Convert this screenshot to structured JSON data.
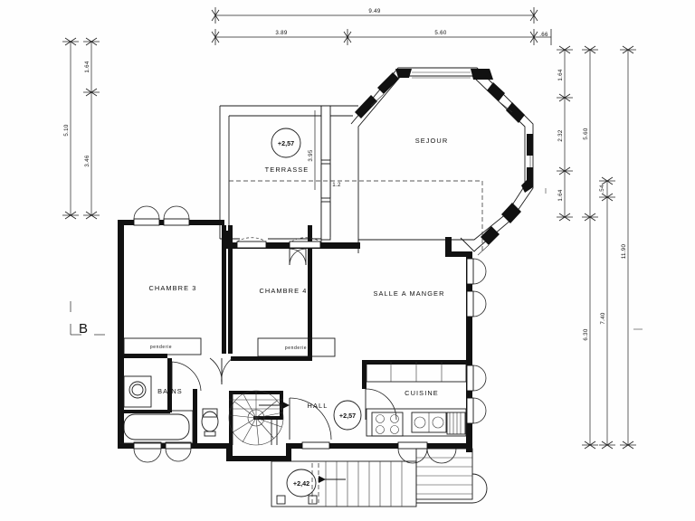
{
  "drawing": {
    "type": "architectural-floor-plan",
    "section_marker": "B",
    "rooms": [
      {
        "id": "sejour",
        "label": "SEJOUR"
      },
      {
        "id": "terrasse",
        "label": "TERRASSE"
      },
      {
        "id": "chambre3",
        "label": "CHAMBRE 3"
      },
      {
        "id": "chambre4",
        "label": "CHAMBRE 4"
      },
      {
        "id": "salle-a-manger",
        "label": "SALLE A MANGER"
      },
      {
        "id": "bains",
        "label": "BAINS"
      },
      {
        "id": "hall",
        "label": "HALL"
      },
      {
        "id": "cuisine",
        "label": "CUISINE"
      }
    ],
    "closet_labels": [
      {
        "id": "penderie-chambre3",
        "label": "penderie"
      },
      {
        "id": "penderie-chambre4",
        "label": "penderie"
      }
    ],
    "elevation_markers": [
      {
        "id": "terrasse-level",
        "value": "+2,57"
      },
      {
        "id": "hall-level",
        "value": "+2,57"
      },
      {
        "id": "entry-level",
        "value": "+2,42"
      }
    ],
    "dimensions": {
      "top": [
        {
          "id": "overall-width",
          "value": "9.49"
        },
        {
          "id": "left-segment",
          "value": "3.89"
        },
        {
          "id": "right-segment",
          "value": "5.60"
        },
        {
          "id": "edge-segment",
          "value": ".66"
        }
      ],
      "left": [
        {
          "id": "left-overall",
          "value": "5.10"
        },
        {
          "id": "left-upper",
          "value": "1.64"
        },
        {
          "id": "left-lower",
          "value": "3.46"
        }
      ],
      "right": [
        {
          "id": "right-a-upper",
          "value": "1.64"
        },
        {
          "id": "right-a-middle",
          "value": "2.32"
        },
        {
          "id": "right-a-lower",
          "value": "1.64"
        },
        {
          "id": "right-b-upper",
          "value": "5.60"
        },
        {
          "id": "right-b-lower",
          "value": "6.30"
        },
        {
          "id": "right-c-small",
          "value": ".54"
        },
        {
          "id": "right-c-lower",
          "value": "7.40"
        },
        {
          "id": "right-overall",
          "value": "11.90"
        }
      ],
      "interior": [
        {
          "id": "terrasse-depth",
          "value": "3.95"
        },
        {
          "id": "terrasse-small",
          "value": "1.2"
        }
      ]
    },
    "colors": {
      "wall": "#111111",
      "line": "#222222",
      "paper": "#ffffff"
    }
  }
}
